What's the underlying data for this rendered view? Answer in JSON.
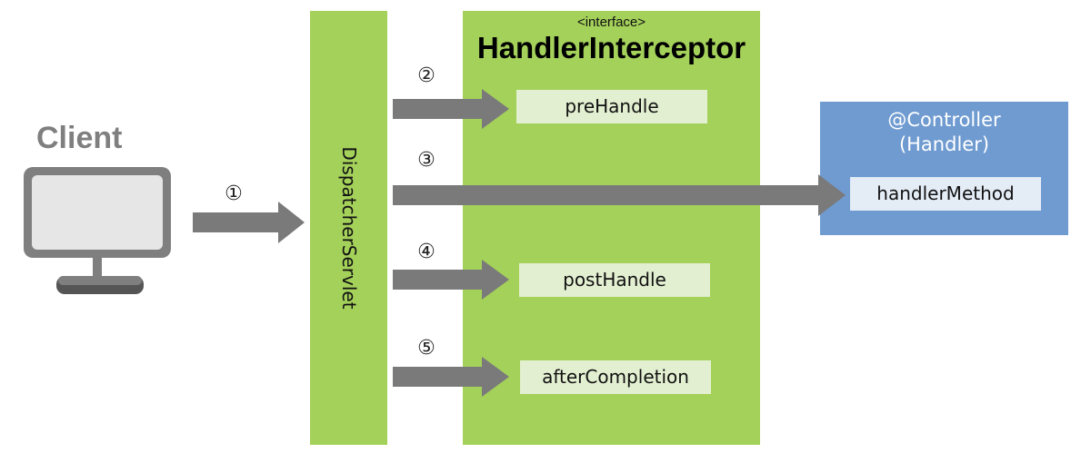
{
  "client": {
    "label": "Client"
  },
  "dispatcher": {
    "label": "DispatcherServlet"
  },
  "interceptor": {
    "stereotype": "<interface>",
    "title": "HandlerInterceptor",
    "methods": [
      "preHandle",
      "postHandle",
      "afterCompletion"
    ]
  },
  "controller": {
    "title_line1": "@Controller",
    "title_line2": "(Handler)",
    "method": "handlerMethod"
  },
  "steps": [
    "①",
    "②",
    "③",
    "④",
    "⑤"
  ],
  "colors": {
    "green_panel": "#a4d15a",
    "method_box": "#e3efd1",
    "controller_panel": "#6f9bd1",
    "controller_method_box": "#e4ecf6",
    "arrow": "#7a7a7a",
    "monitor_frame": "#7f7f7f",
    "monitor_screen": "#e6e6e6"
  },
  "icons": {
    "client": "monitor-icon"
  }
}
